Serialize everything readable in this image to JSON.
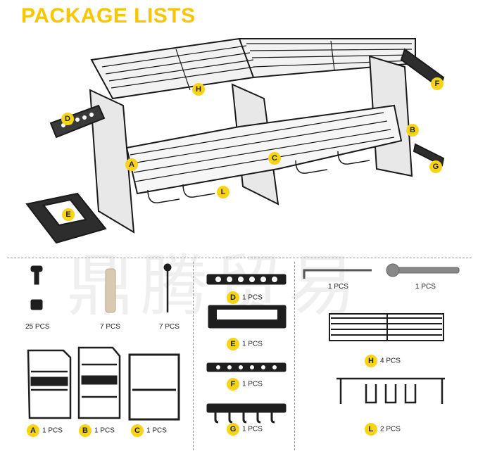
{
  "title": "PACKAGE LISTS",
  "watermark": "鼎腾贸易",
  "accent_color": "#f7d417",
  "parts": {
    "A": {
      "letter": "A",
      "qty": "1 PCS"
    },
    "B": {
      "letter": "B",
      "qty": "1 PCS"
    },
    "C": {
      "letter": "C",
      "qty": "1 PCS"
    },
    "D": {
      "letter": "D",
      "qty": "1 PCS"
    },
    "E": {
      "letter": "E",
      "qty": "1 PCS"
    },
    "F": {
      "letter": "F",
      "qty": "1 PCS"
    },
    "G": {
      "letter": "G",
      "qty": "1 PCS"
    },
    "H": {
      "letter": "H",
      "qty": "4 PCS"
    },
    "L": {
      "letter": "L",
      "qty": "2 PCS"
    }
  },
  "hardware": {
    "screws_qty": "25 PCS",
    "anchors_qty": "7 PCS",
    "wood_screws_qty": "7 PCS",
    "hex_key_qty": "1 PCS",
    "wrench_qty": "1 PCS"
  }
}
